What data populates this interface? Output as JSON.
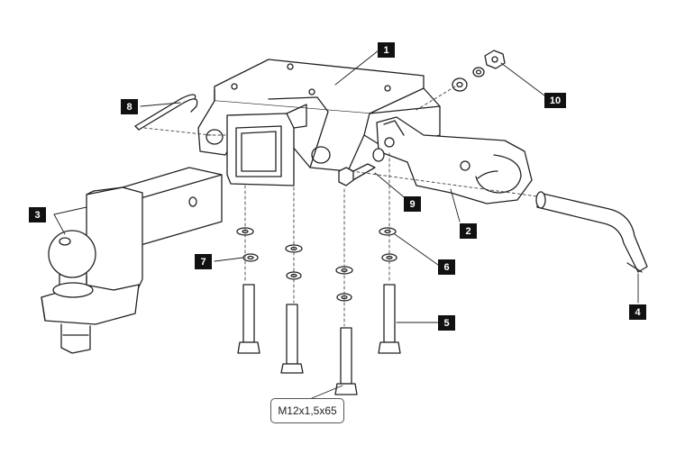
{
  "callouts": [
    "1",
    "2",
    "3",
    "4",
    "5",
    "6",
    "7",
    "8",
    "9",
    "10"
  ],
  "spec_label": "M12x1,5x65",
  "colors": {
    "line": "#222222",
    "tag_bg": "#111111",
    "tag_text": "#ffffff"
  }
}
